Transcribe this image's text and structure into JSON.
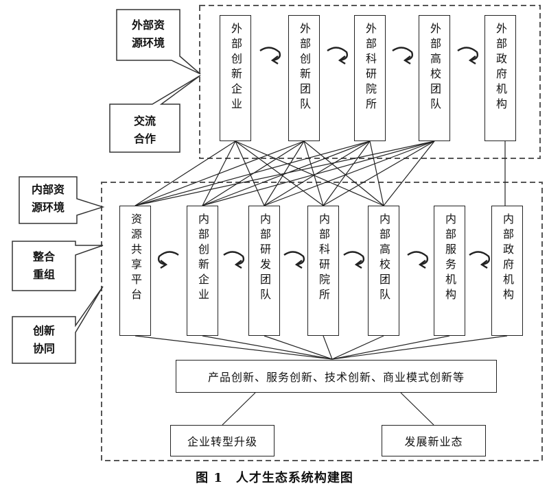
{
  "callouts": {
    "external_env": [
      "外部资",
      "源环境"
    ],
    "exchange": [
      "交流",
      "合作"
    ],
    "internal_env": [
      "内部资",
      "源环境"
    ],
    "integration": [
      "整合",
      "重组"
    ],
    "innovation": [
      "创新",
      "协同"
    ]
  },
  "external_nodes": [
    "外部创新企业",
    "外部创新团队",
    "外部科研院所",
    "外部高校团队",
    "外部政府机构"
  ],
  "internal_nodes": [
    "资源共享平台",
    "内部创新企业",
    "内部研发团队",
    "内部科研院所",
    "内部高校团队",
    "内部服务机构",
    "内部政府机构"
  ],
  "innovation_box": "产品创新、服务创新、技术创新、商业模式创新等",
  "outcomes": [
    "企业转型升级",
    "发展新业态"
  ],
  "caption": "图 1　人才生态系统构建图"
}
